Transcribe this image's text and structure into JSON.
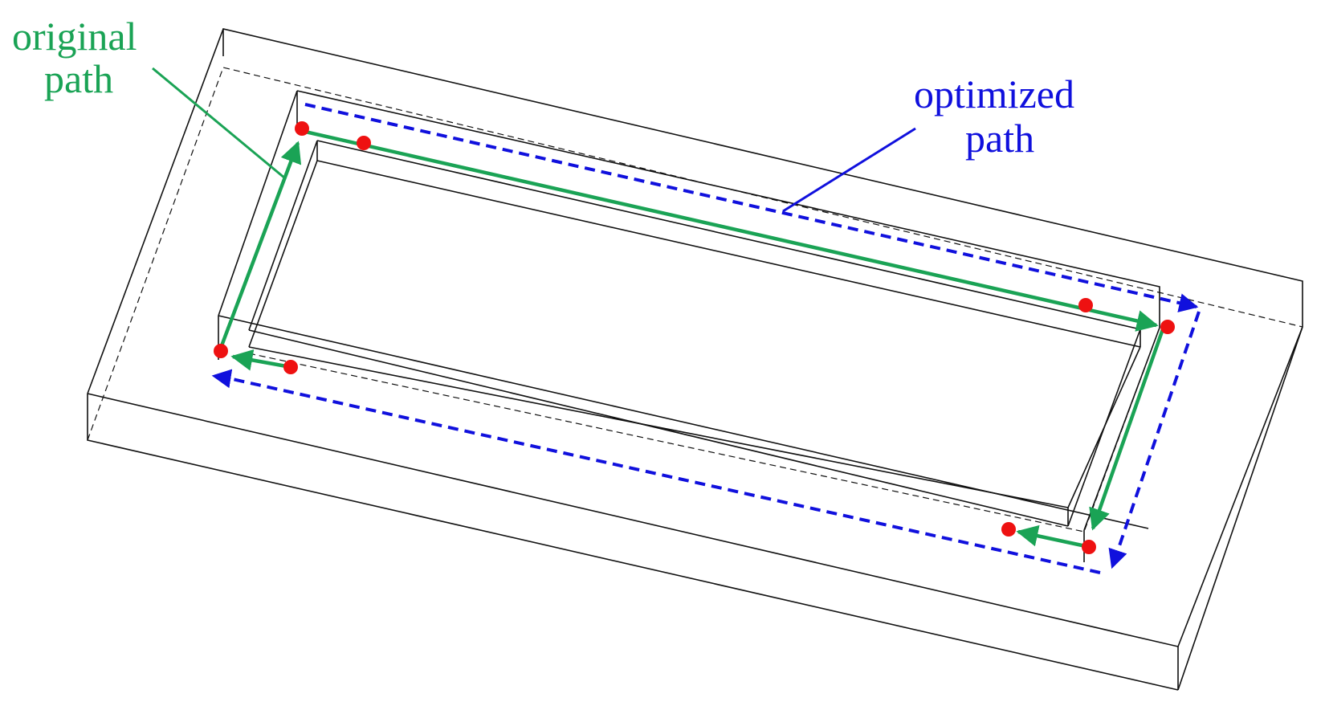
{
  "labels": {
    "original_line1": "original",
    "original_line2": "path",
    "optimized_line1": "optimized",
    "optimized_line2": "path"
  },
  "colors": {
    "original_path": "#1aa355",
    "optimized_path": "#1010dd",
    "waypoint": "#ee1111",
    "outline": "#111111",
    "background": "#ffffff"
  }
}
